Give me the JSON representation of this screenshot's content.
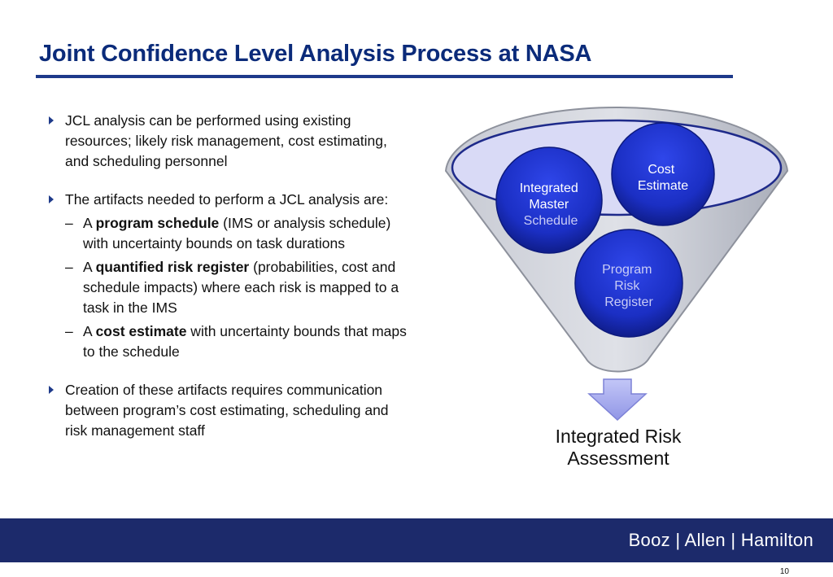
{
  "title": "Joint Confidence Level Analysis Process at NASA",
  "bullets": {
    "b1": "JCL analysis can be performed using existing resources; likely risk management, cost estimating, and scheduling personnel",
    "b2": "The artifacts needed to perform a JCL analysis are:",
    "subs": [
      {
        "prefix": "A ",
        "bold": "program schedule",
        "rest": " (IMS or analysis schedule) with uncertainty bounds on task durations"
      },
      {
        "prefix": "A ",
        "bold": "quantified risk register",
        "rest": " (probabilities, cost and schedule impacts) where each risk is mapped to a task in the IMS"
      },
      {
        "prefix": "A ",
        "bold": "cost estimate",
        "rest": " with uncertainty bounds that maps to the schedule"
      }
    ],
    "b3": "Creation of these artifacts requires communication between program’s cost estimating, scheduling and risk management staff"
  },
  "diagram": {
    "circle_ims": [
      "Integrated",
      "Master",
      "Schedule"
    ],
    "circle_cost": [
      "Cost",
      "Estimate"
    ],
    "circle_risk": [
      "Program",
      "Risk",
      "Register"
    ],
    "outcome_line1": "Integrated Risk",
    "outcome_line2": "Assessment"
  },
  "footer": {
    "brand": "Booz | Allen | Hamilton",
    "page_number": "10"
  },
  "colors": {
    "title": "#0b2b7a",
    "footer_bar": "#1c2a6b",
    "circle_blue": "#1d31c9",
    "funnel_gray": "#b8bcc8",
    "arrow_fill": "#a9adf0"
  }
}
